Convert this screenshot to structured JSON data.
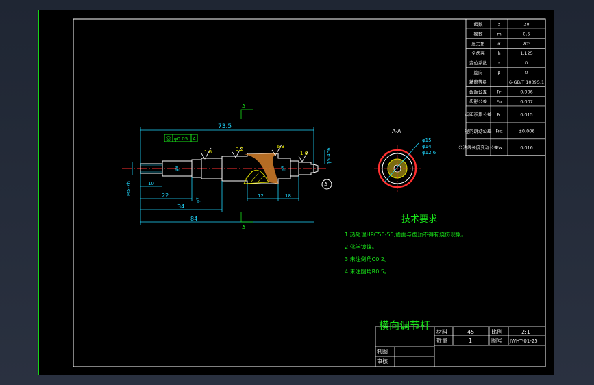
{
  "colors": {
    "frame": "#19d219",
    "outline": "#ffffff",
    "dimension": "#20d8ff",
    "center_line": "#ff3030",
    "section_hatch": "#e6e600",
    "tooth": "#c87828",
    "text_green": "#19e619",
    "background": "#000000"
  },
  "param_table": [
    {
      "name": "齿数",
      "sym": "z",
      "val": "28"
    },
    {
      "name": "模数",
      "sym": "m",
      "val": "0.5"
    },
    {
      "name": "压力角",
      "sym": "α",
      "val": "20°"
    },
    {
      "name": "全齿高",
      "sym": "h",
      "val": "1.125"
    },
    {
      "name": "变位系数",
      "sym": "x",
      "val": "0"
    },
    {
      "name": "旋向",
      "sym": "β",
      "val": "0"
    },
    {
      "name": "精度等级",
      "sym": "",
      "val": "6-GB/T 10095.1"
    },
    {
      "name": "齿距公差",
      "sym": "Fr",
      "val": "0.006"
    },
    {
      "name": "齿形公差",
      "sym": "Fα",
      "val": "0.007"
    },
    {
      "name": "齿距积累公差",
      "sym": "Fr",
      "val": "0.015"
    },
    {
      "name": "径向跳动公差",
      "sym": "Frα",
      "val": "±0.006"
    },
    {
      "name": "公法线长度变动公差",
      "sym": "Fw",
      "val": "0.016"
    }
  ],
  "views": {
    "section_marker": "A",
    "section_title": "A-A",
    "detail_marker": "A"
  },
  "dimensions": {
    "overall": "73.5",
    "total": "84",
    "len_34": "34",
    "len_22": "22",
    "len_10": "10",
    "len_12": "12",
    "len_18": "18",
    "dia_left": "M5-7h",
    "dia_right": "φ5.4h6",
    "dia_8": "φ8",
    "dia_7": "φ7",
    "dia_8_right": "φ8",
    "sec_d1": "φ15",
    "sec_d2": "φ14",
    "sec_d3": "φ12.6"
  },
  "surface_roughness": [
    "1.6",
    "3.2",
    "6.3",
    "1.6"
  ],
  "tolerance_frame": {
    "symbol": "◎",
    "value": "φ0.05",
    "datum": "A"
  },
  "tech_requirements": {
    "title": "技术要求",
    "items": [
      "1.热处理HRC50-55,齿面与齿顶不得有烧伤现象。",
      "2.化学镀镍。",
      "3.未注倒角C0.2。",
      "4.未注圆角R0.5。"
    ]
  },
  "title_block": {
    "part_name": "横向调节杆",
    "material_label": "材料",
    "material": "45",
    "scale_label": "比例",
    "scale": "2:1",
    "qty_label": "数量",
    "qty": "1",
    "drawing_no_label": "图号",
    "drawing_no": "JWHT-01-25",
    "drawn_label": "制图",
    "checked_label": "审核"
  }
}
